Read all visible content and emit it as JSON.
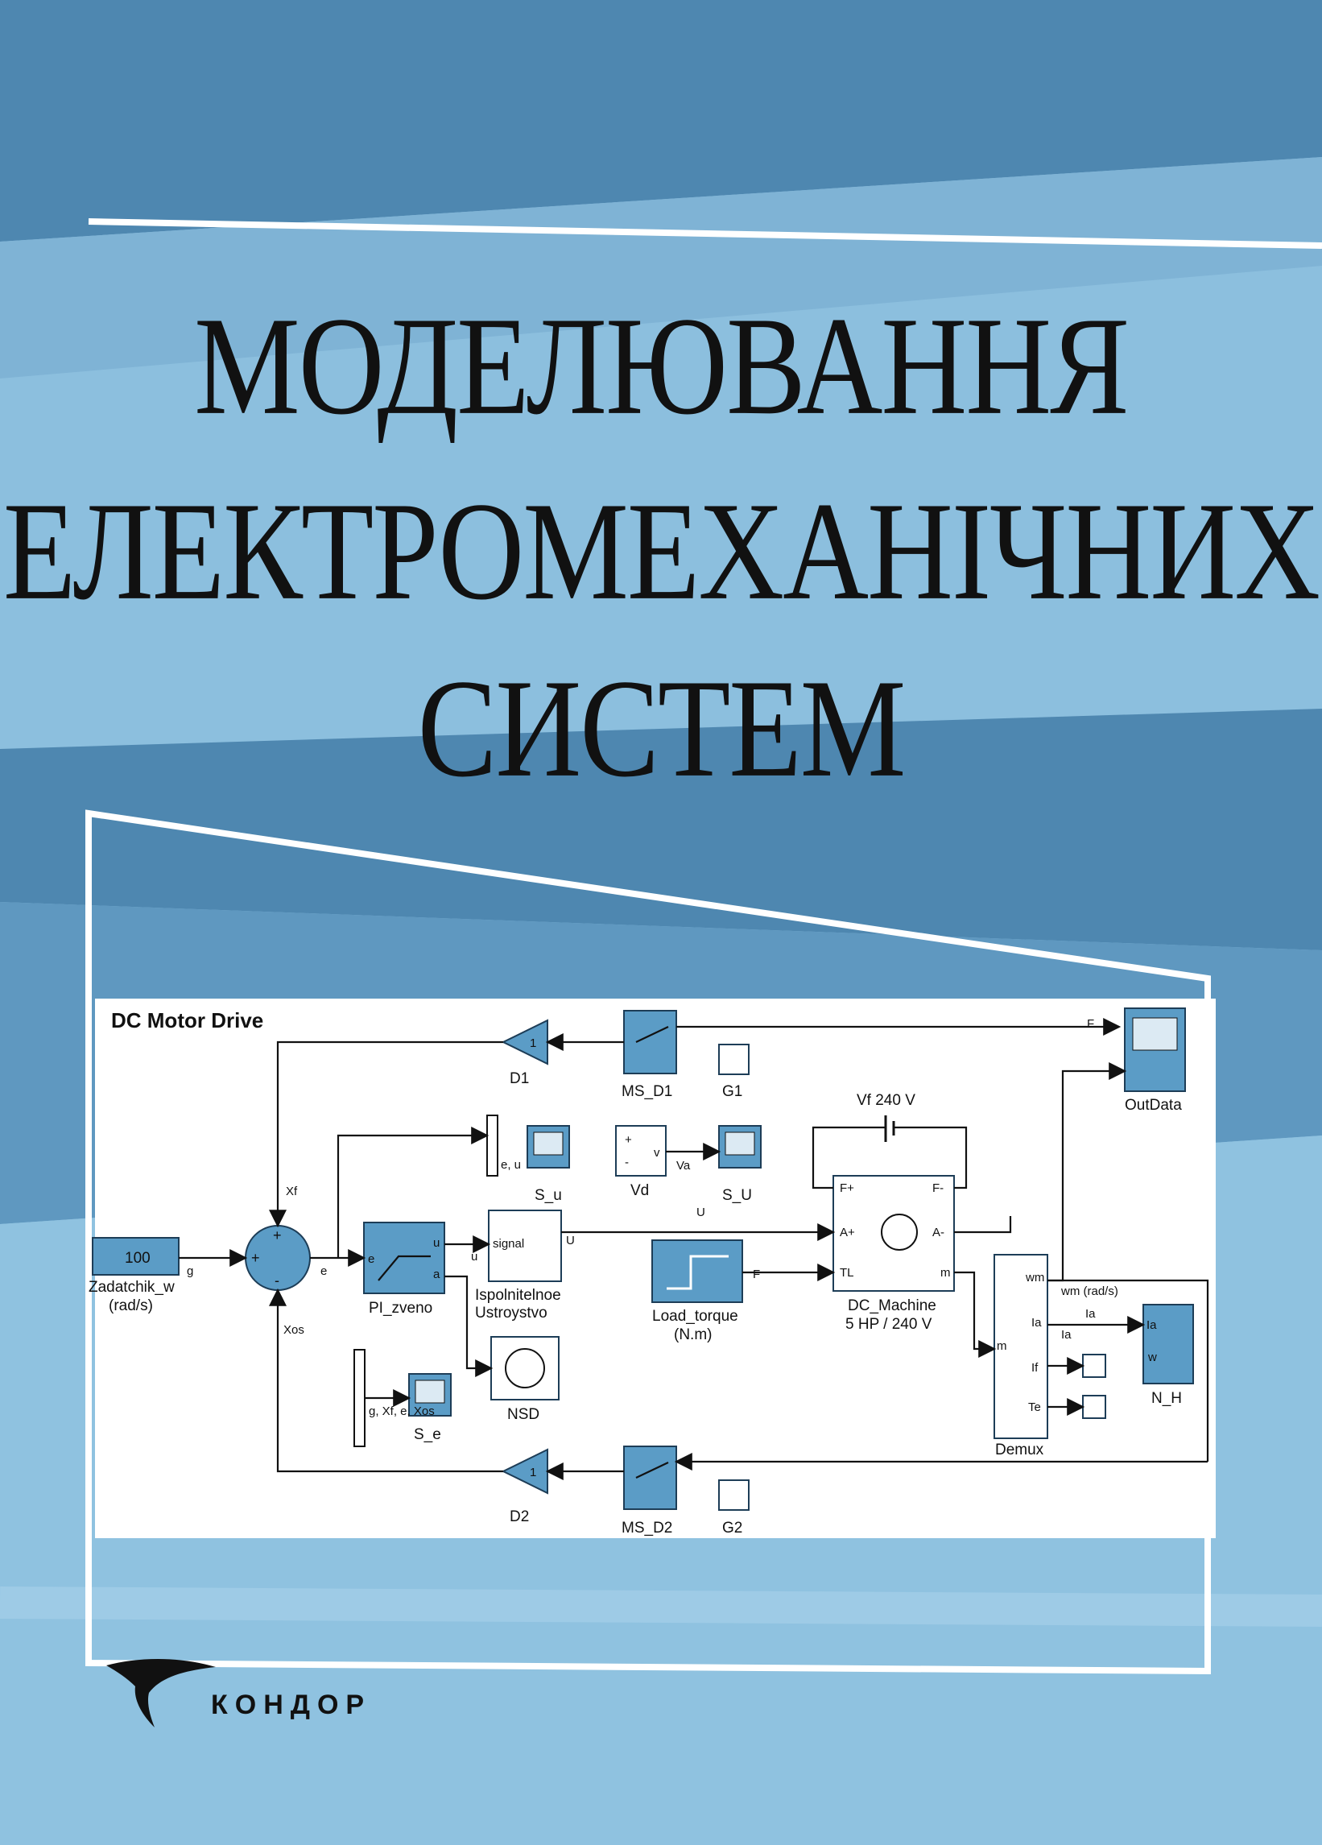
{
  "title": {
    "line1": "МОДЕЛЮВАННЯ",
    "line2": "ЕЛЕКТРОМЕХАНІЧНИХ",
    "line3": "СИСТЕМ"
  },
  "diagram": {
    "heading": "DC Motor Drive",
    "blocks": {
      "zadatchik_value": "100",
      "zadatchik_name1": "Zadatchik_w",
      "zadatchik_name2": "(rad/s)",
      "pi": "PI_zveno",
      "ispol1": "Ispolnitelnoe",
      "ispol2": "Ustroystvo",
      "ispol_port": "signal",
      "nsd": "NSD",
      "s_e": "S_e",
      "s_e_ports": "g, Xf, e, Xos",
      "s_u": "S_u",
      "s_u_ports": "e, u",
      "vd": "Vd",
      "s_U": "S_U",
      "load1": "Load_torque",
      "load2": "(N.m)",
      "dc1": "DC_Machine",
      "dc2": "5 HP / 240 V",
      "vf": "Vf 240 V",
      "demux": "Demux",
      "outdata": "OutData",
      "nh": "N_H",
      "d1": "D1",
      "d2": "D2",
      "gain": "1",
      "ms_d1": "MS_D1",
      "ms_d2": "MS_D2",
      "g1": "G1",
      "g2": "G2"
    },
    "signals": {
      "g": "g",
      "xf": "Xf",
      "xos": "Xos",
      "e": "e",
      "u_small": "u",
      "a": "a",
      "U": "U",
      "F": "F",
      "va": "Va",
      "v": "v",
      "plus": "+",
      "minus": "-",
      "fplus": "F+",
      "fminus": "F-",
      "aplus": "A+",
      "aminus": "A-",
      "tl": "TL",
      "m": "m",
      "wm_rad": "wm (rad/s)",
      "wm": "wm",
      "ia": "Ia",
      "if": "If",
      "te": "Te",
      "w": "w",
      "ia_in": "Ia"
    }
  },
  "publisher": {
    "name": "КОНДОР",
    "logo": "bird-wing-logo"
  },
  "colors": {
    "background_light": "#8fc0dd",
    "background_dark": "#4b82aa",
    "block_fill": "#5b9cc6"
  }
}
